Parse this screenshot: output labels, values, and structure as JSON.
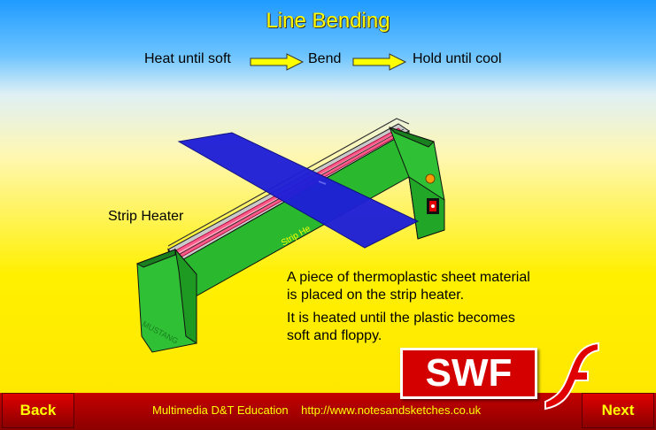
{
  "title": "Line Bending",
  "steps": [
    "Heat until soft",
    "Bend",
    "Hold until cool"
  ],
  "illustration": {
    "heater_label": "Strip Heater",
    "heater_body_text": "Strip He",
    "brand_text": "MUSTANG"
  },
  "description": {
    "line1": "A piece of thermoplastic sheet material",
    "line2": "is placed on the strip heater.",
    "line3": "It is heated until the plastic becomes",
    "line4": "soft and floppy."
  },
  "footer": {
    "back_label": "Back",
    "next_label": "Next",
    "credit": "Multimedia D&T Education    http://www.notesandsketches.co.uk"
  },
  "swf_badge": "SWF"
}
